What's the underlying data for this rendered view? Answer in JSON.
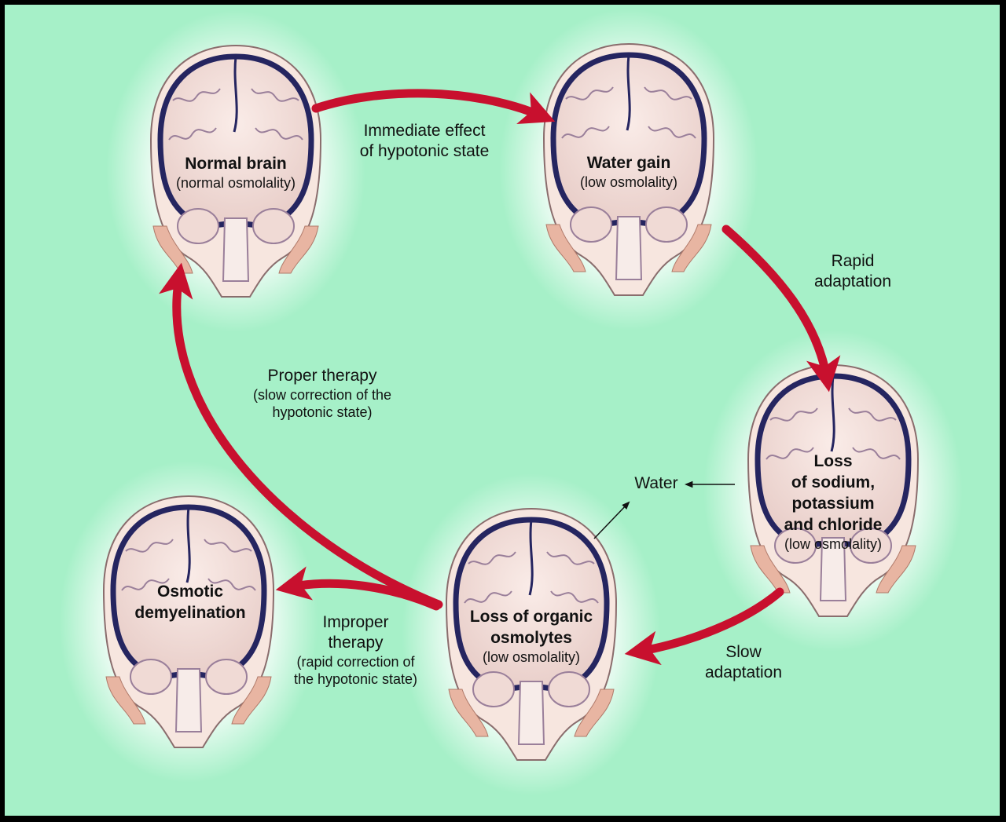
{
  "colors": {
    "background": "#a6f0c8",
    "arrow": "#c8102e",
    "brain_tissue": "#f3dcd6",
    "brain_outline": "#2a2a6a",
    "skull": "#e8b5a2"
  },
  "brains": {
    "normal": {
      "title": "Normal brain",
      "subtitle": "(normal osmolality)"
    },
    "water_gain": {
      "title": "Water gain",
      "subtitle": "(low osmolality)"
    },
    "loss_ions": {
      "title_lines": [
        "Loss",
        "of sodium,",
        "potassium",
        "and chloride"
      ],
      "subtitle": "(low osmolality)"
    },
    "loss_organic": {
      "title_lines": [
        "Loss of organic",
        "osmolytes"
      ],
      "subtitle": "(low osmolality)"
    },
    "demyelination": {
      "title_lines": [
        "Osmotic",
        "demyelination"
      ]
    }
  },
  "edges": {
    "immediate": {
      "lines": [
        "Immediate effect",
        "of hypotonic state"
      ]
    },
    "rapid": {
      "lines": [
        "Rapid",
        "adaptation"
      ]
    },
    "slow": {
      "lines": [
        "Slow",
        "adaptation"
      ]
    },
    "proper": {
      "title": "Proper therapy",
      "lines": [
        "(slow correction of the",
        "hypotonic state)"
      ]
    },
    "improper": {
      "title_lines": [
        "Improper",
        "therapy"
      ],
      "lines": [
        "(rapid correction of",
        "the hypotonic state)"
      ]
    },
    "water": {
      "label": "Water"
    }
  }
}
